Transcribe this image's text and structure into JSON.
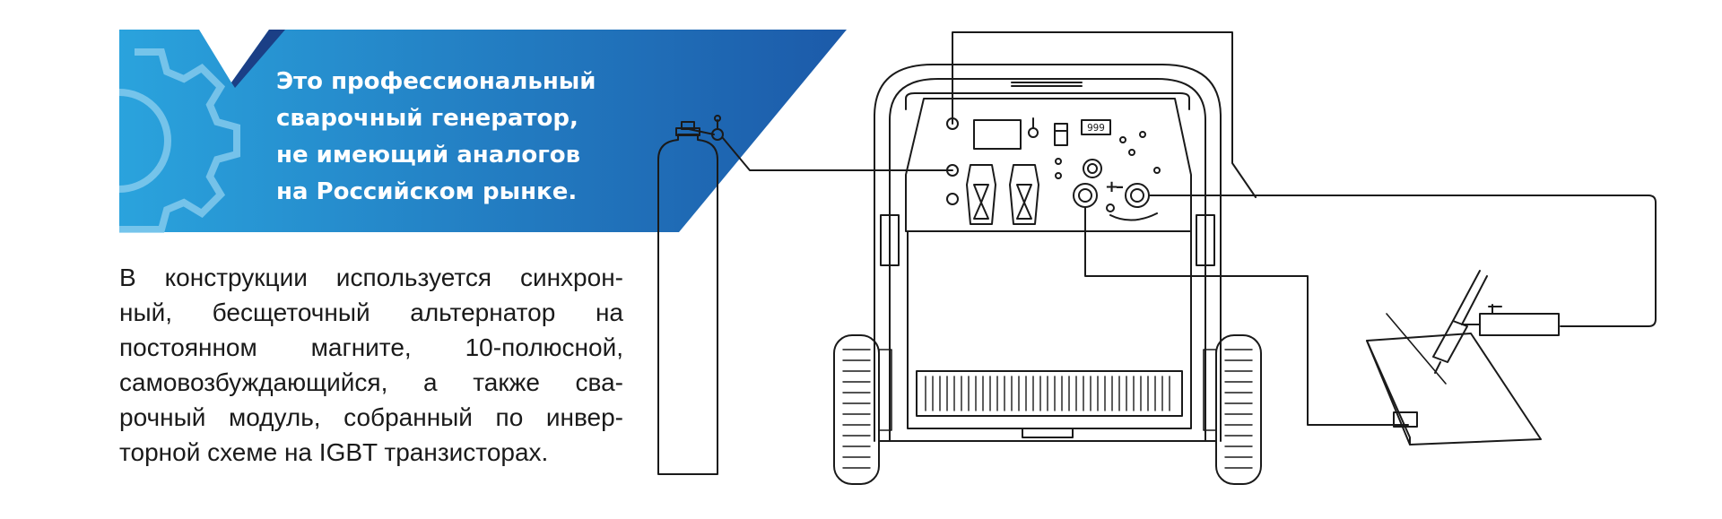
{
  "banner": {
    "title_lines": [
      "Это профессиональный",
      "сварочный генератор,",
      "не имеющий аналогов",
      "на Российском рынке."
    ],
    "gradient_start": "#1f9ad8",
    "gradient_end": "#1d5fae",
    "accent_dark": "#1b3f86",
    "icon": "gear-icon"
  },
  "description": {
    "lines": [
      "В конструкции используется синхрон-",
      "ный, бесщеточный альтернатор на",
      "постоянном магните, 10-полюсной,",
      "самовозбуждающийся, а также сва-",
      "рочный модуль, собранный по инвер-",
      "торной схеме на IGBT транзисторах."
    ]
  },
  "illustration": {
    "panel_display": "999",
    "polarity_plus": "+",
    "polarity_minus": "–",
    "line_color": "#1a1a1a"
  }
}
